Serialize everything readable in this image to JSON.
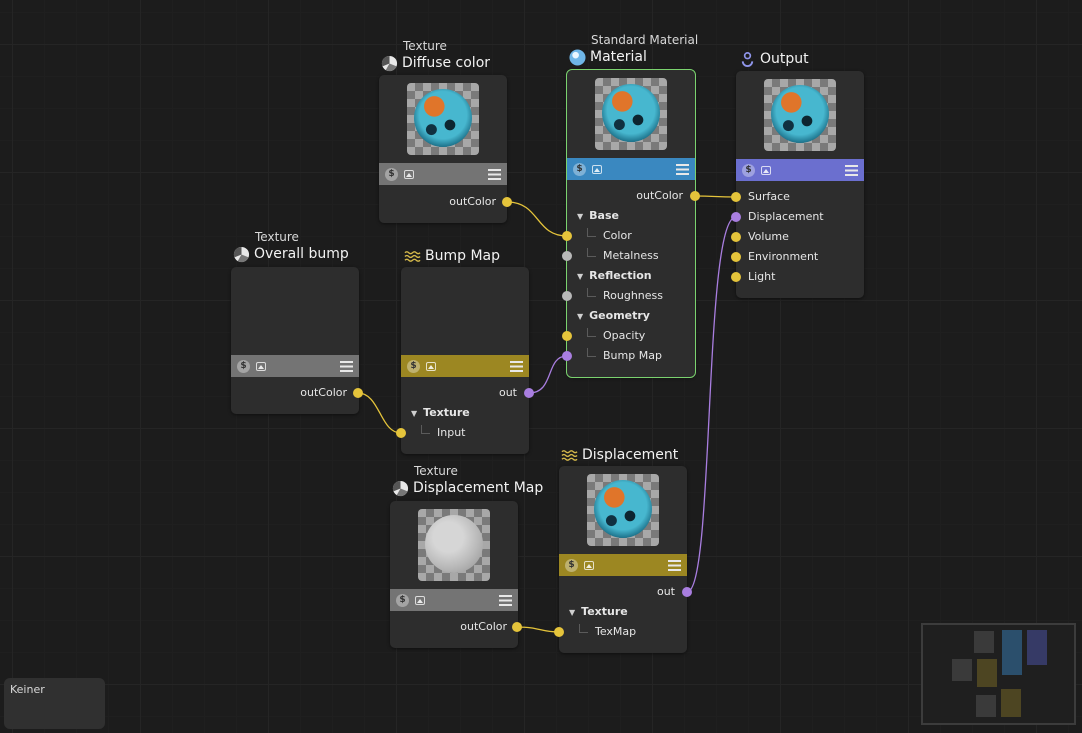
{
  "nodes": {
    "diffuse": {
      "subtitle": "Texture",
      "title": "Diffuse color",
      "icon": "texture-icon",
      "bar_color": "#747474",
      "outputs": [
        "outColor"
      ]
    },
    "material": {
      "subtitle": "Standard Material",
      "title": "Material",
      "icon": "material-sphere-icon",
      "bar_color": "#3a88c0",
      "outputs": [
        "outColor"
      ],
      "groups": [
        {
          "label": "Base",
          "inputs": [
            "Color",
            "Metalness"
          ]
        },
        {
          "label": "Reflection",
          "inputs": [
            "Roughness"
          ]
        },
        {
          "label": "Geometry",
          "inputs": [
            "Opacity",
            "Bump Map"
          ]
        }
      ]
    },
    "output": {
      "title": "Output",
      "icon": "output-icon",
      "bar_color": "#6b6fcf",
      "inputs": [
        "Surface",
        "Displacement",
        "Volume",
        "Environment",
        "Light"
      ]
    },
    "overall_bump": {
      "subtitle": "Texture",
      "title": "Overall bump",
      "icon": "texture-icon",
      "bar_color": "#747474",
      "outputs": [
        "outColor"
      ]
    },
    "bump_map": {
      "title": "Bump Map",
      "icon": "waves-icon",
      "bar_color": "#9c8722",
      "outputs": [
        "out"
      ],
      "groups": [
        {
          "label": "Texture",
          "inputs": [
            "Input"
          ]
        }
      ]
    },
    "displacement_map": {
      "subtitle": "Texture",
      "title": "Displacement Map",
      "icon": "texture-icon",
      "bar_color": "#747474",
      "outputs": [
        "outColor"
      ]
    },
    "displacement": {
      "title": "Displacement",
      "icon": "waves-icon",
      "bar_color": "#9c8722",
      "outputs": [
        "out"
      ],
      "groups": [
        {
          "label": "Texture",
          "inputs": [
            "TexMap"
          ]
        }
      ]
    }
  },
  "status": {
    "selection": "Keiner"
  },
  "colors": {
    "port_color": "#e5c43b",
    "port_vector": "#a97ee0",
    "port_float": "#b8b8b8",
    "selected_outline": "#7bd36f",
    "background": "#1c1c1c"
  }
}
